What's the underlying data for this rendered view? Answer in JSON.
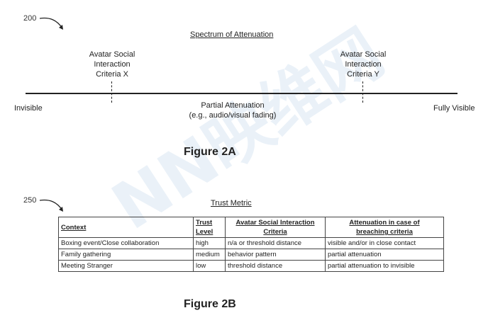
{
  "watermark": {
    "text": "NN映维网"
  },
  "figure_2a": {
    "ref_number": "200",
    "title": "Spectrum of Attenuation",
    "left_end_label": "Invisible",
    "right_end_label": "Fully Visible",
    "criteria_x": {
      "line1": "Avatar Social",
      "line2": "Interaction",
      "line3": "Criteria X"
    },
    "criteria_y": {
      "line1": "Avatar Social",
      "line2": "Interaction",
      "line3": "Criteria Y"
    },
    "partial": {
      "line1": "Partial Attenuation",
      "line2": "(e.g., audio/visual fading)"
    },
    "caption": "Figure 2A"
  },
  "figure_2b": {
    "ref_number": "250",
    "title": "Trust Metric",
    "headers": {
      "context": "Context",
      "trust_level_line1": "Trust",
      "trust_level_line2": "Level",
      "criteria_line1": "Avatar Social Interaction",
      "criteria_line2": "Criteria",
      "attenuation_line1": "Attenuation in case of",
      "attenuation_line2": "breaching criteria"
    },
    "rows": [
      {
        "context": "Boxing event/Close collaboration",
        "trust_level": "high",
        "criteria": "n/a or threshold distance",
        "attenuation": "visible and/or in close contact"
      },
      {
        "context": "Family gathering",
        "trust_level": "medium",
        "criteria": "behavior pattern",
        "attenuation": "partial attenuation"
      },
      {
        "context": "Meeting Stranger",
        "trust_level": "low",
        "criteria": "threshold distance",
        "attenuation": "partial attenuation to invisible"
      }
    ],
    "caption": "Figure 2B"
  }
}
